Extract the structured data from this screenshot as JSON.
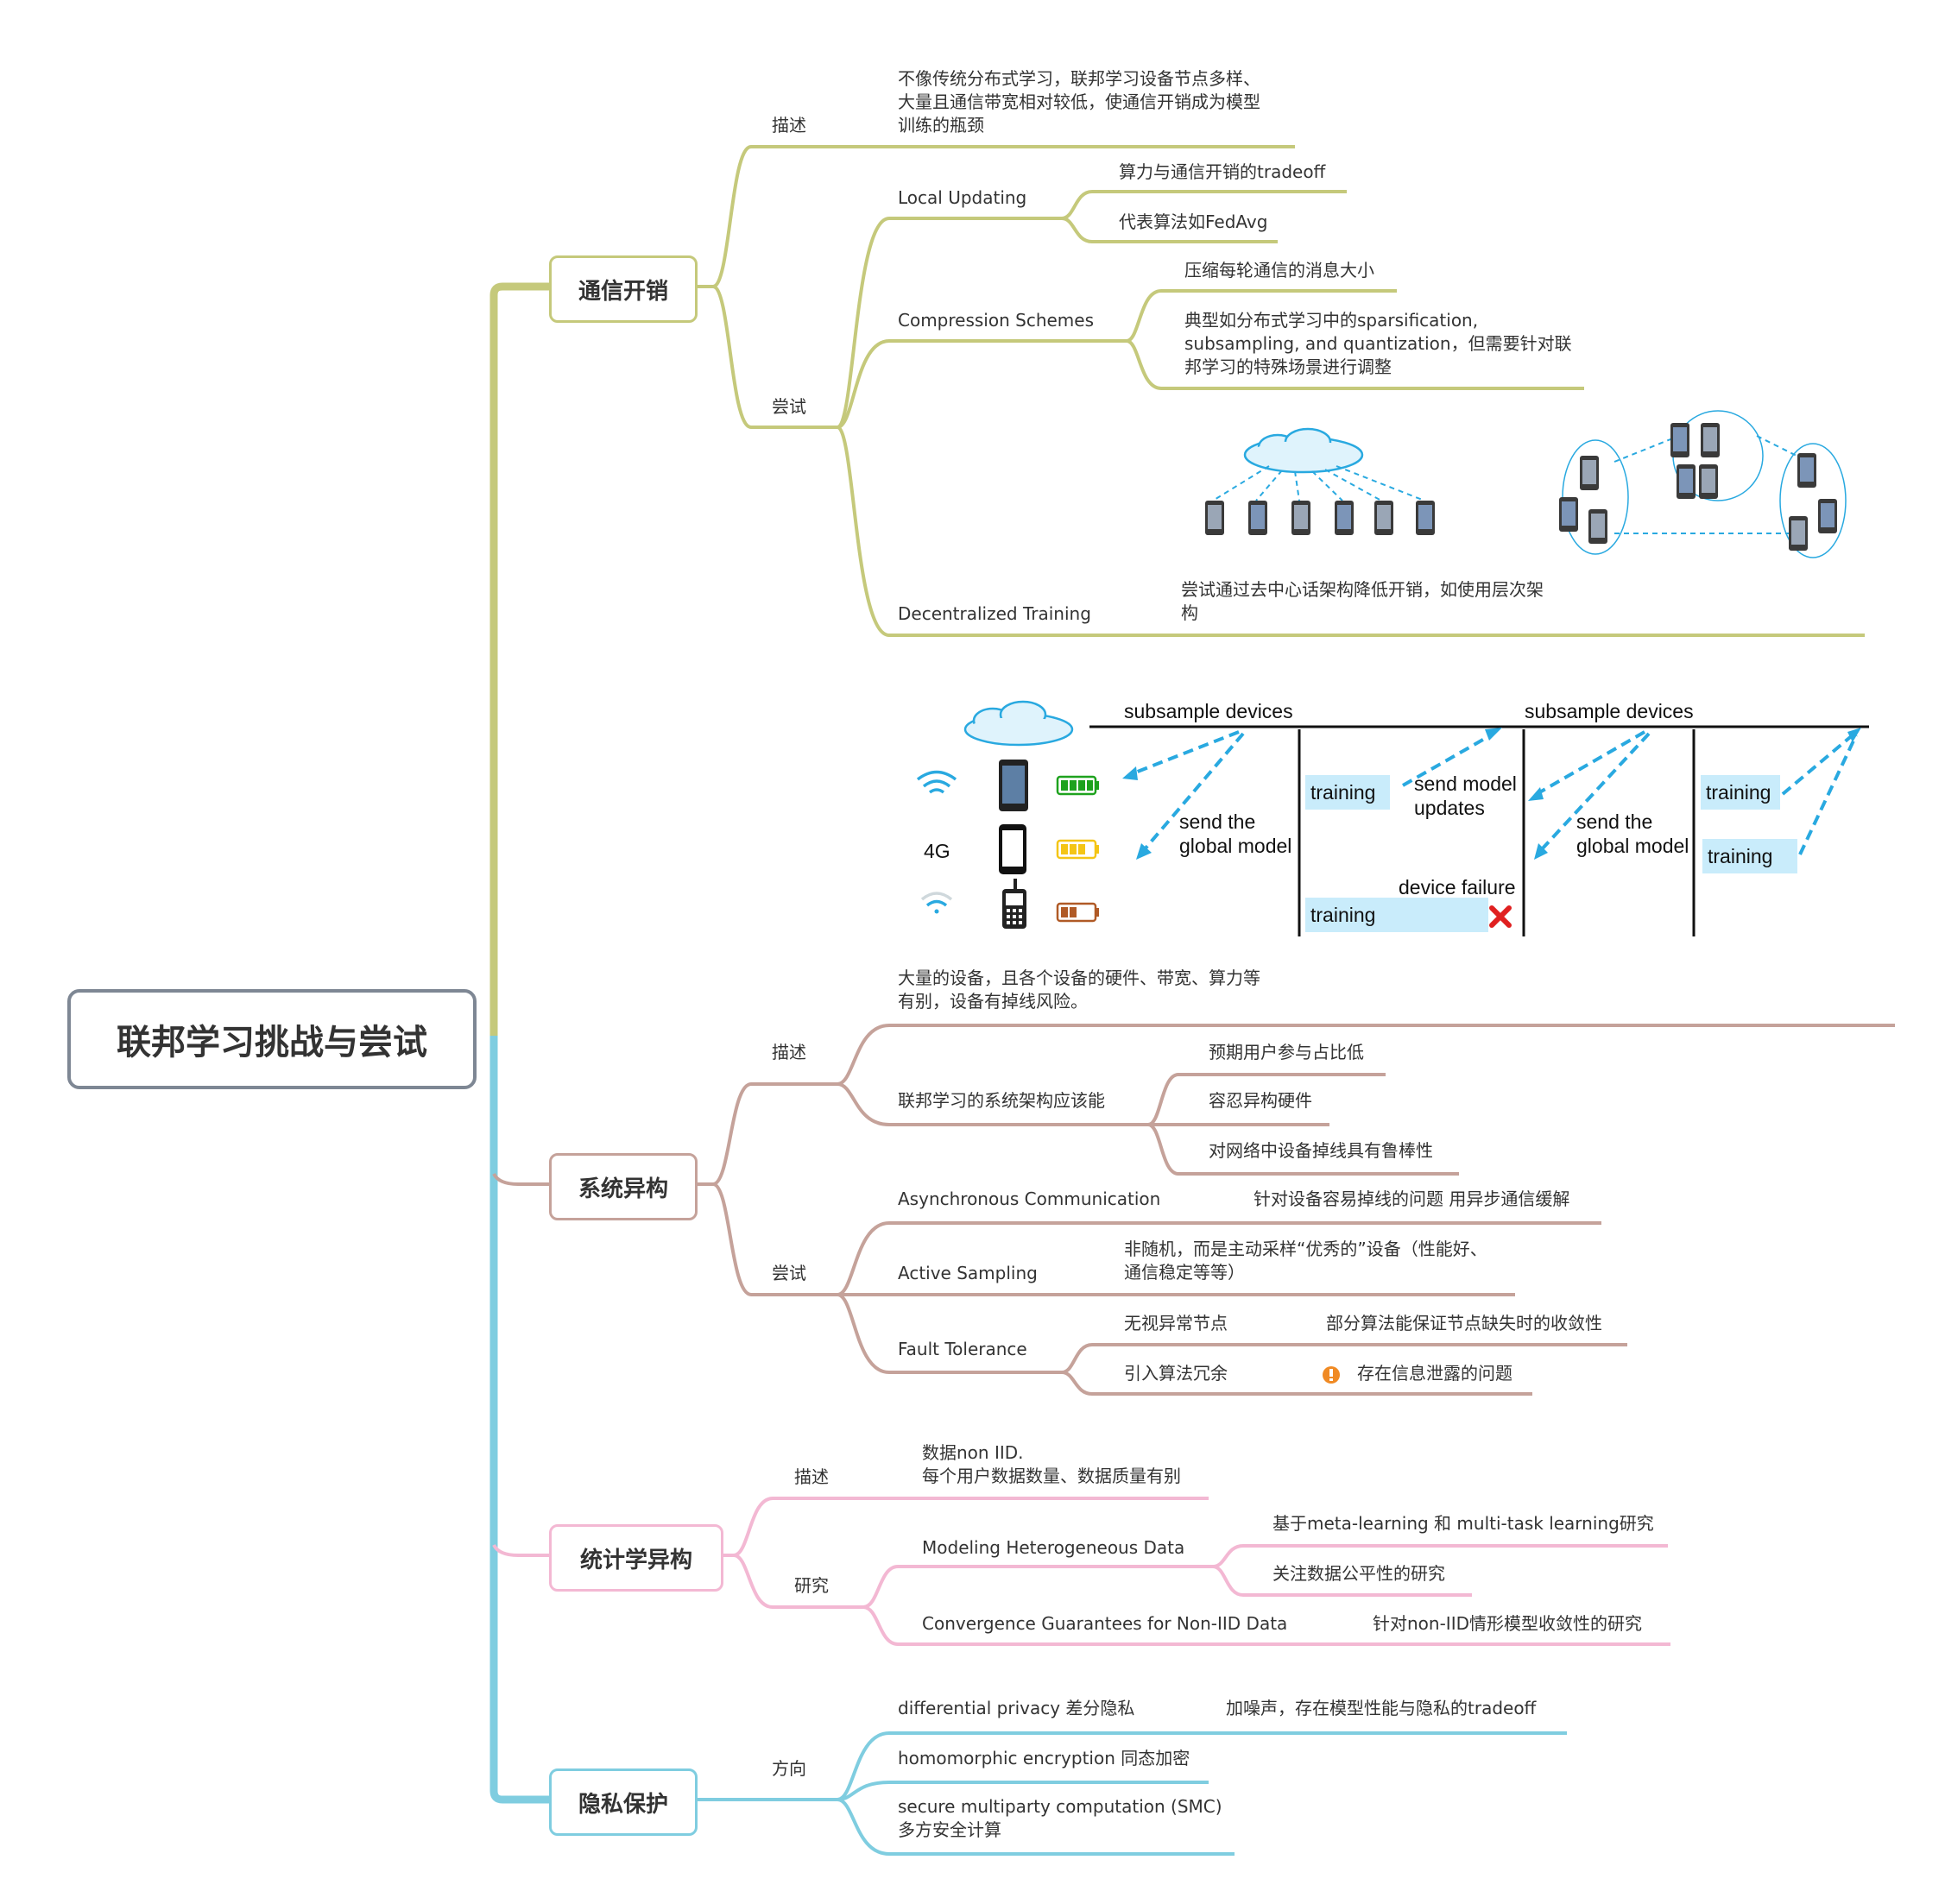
{
  "title": "联邦学习挑战与尝试",
  "colors": {
    "comm": "#c5c97b",
    "sys": "#c5a29a",
    "stat": "#f3b8d3",
    "priv": "#7fcde0",
    "main_border": "#7e8794"
  },
  "comm": {
    "label": "通信开销",
    "desc_label": "描述",
    "desc_text": "不像传统分布式学习，联邦学习设备节点多样、\n大量且通信带宽相对较低，使通信开销成为模型\n训练的瓶颈",
    "try_label": "尝试",
    "local_updating": "Local Updating",
    "lu_1": "算力与通信开销的tradeoff",
    "lu_2": "代表算法如FedAvg",
    "compression": "Compression Schemes",
    "cs_1": "压缩每轮通信的消息大小",
    "cs_2": "典型如分布式学习中的sparsification,\nsubsampling, and quantization，但需要针对联\n邦学习的特殊场景进行调整",
    "decentralized": "Decentralized Training",
    "dt_1": "尝试通过去中心话架构降低开销，如使用层次架\n构"
  },
  "figure": {
    "subsample_1": "subsample devices",
    "subsample_2": "subsample devices",
    "send_global_1": "send the\nglobal model",
    "send_global_2": "send the\nglobal model",
    "send_updates": "send model\nupdates",
    "device_failure": "device failure",
    "training": "training",
    "net_4g": "4G"
  },
  "sys": {
    "label": "系统异构",
    "desc_label": "描述",
    "desc_text": "大量的设备，且各个设备的硬件、带宽、算力等\n有别，设备有掉线风险。",
    "arch": "联邦学习的系统架构应该能",
    "arch_1": "预期用户参与占比低",
    "arch_2": "容忍异构硬件",
    "arch_3": "对网络中设备掉线具有鲁棒性",
    "try_label": "尝试",
    "async": "Asynchronous Communication",
    "async_1": "针对设备容易掉线的问题 用异步通信缓解",
    "active": "Active Sampling",
    "active_1": "非随机，而是主动采样“优秀的”设备（性能好、\n通信稳定等等）",
    "fault": "Fault Tolerance",
    "fault_1": "无视异常节点",
    "fault_1a": "部分算法能保证节点缺失时的收敛性",
    "fault_2": "引入算法冗余",
    "fault_2a": "存在信息泄露的问题"
  },
  "stat": {
    "label": "统计学异构",
    "desc_label": "描述",
    "desc_text": "数据non IID.\n每个用户数据数量、数据质量有别",
    "research_label": "研究",
    "modeling": "Modeling Heterogeneous Data",
    "modeling_1": "基于meta-learning 和 multi-task learning研究",
    "modeling_2": "关注数据公平性的研究",
    "convergence": "Convergence Guarantees for Non-IID Data",
    "convergence_1": "针对non-IID情形模型收敛性的研究"
  },
  "priv": {
    "label": "隐私保护",
    "dir_label": "方向",
    "dp": "differential privacy 差分隐私",
    "dp_1": "加噪声，存在模型性能与隐私的tradeoff",
    "he": "homomorphic encryption 同态加密",
    "smc": "secure multiparty computation (SMC)\n多方安全计算"
  }
}
